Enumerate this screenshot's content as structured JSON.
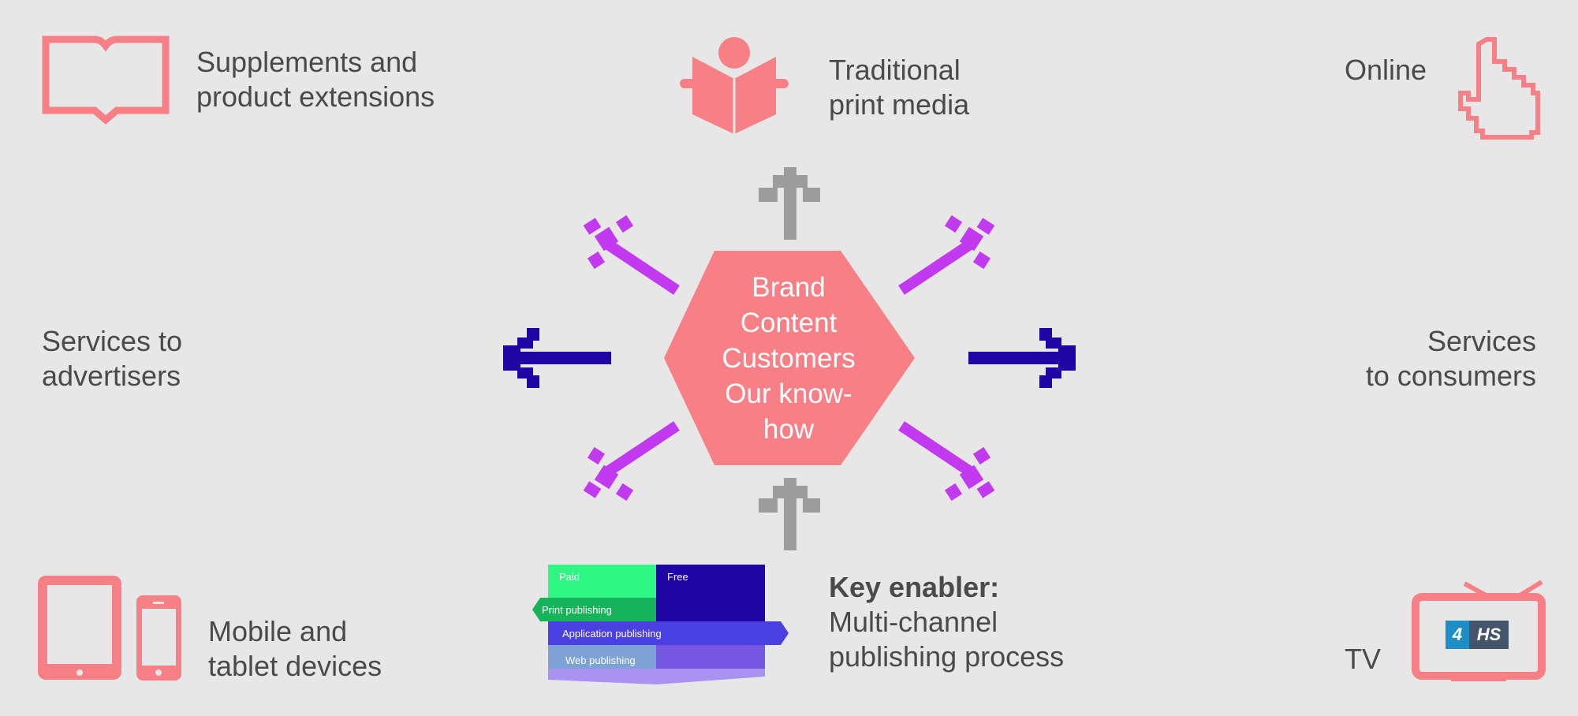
{
  "center": {
    "lines": [
      "Brand",
      "Content",
      "Customers",
      "Our know-",
      "how"
    ]
  },
  "labels": {
    "supplements": [
      "Supplements and",
      "product extensions"
    ],
    "traditional": [
      "Traditional",
      "print media"
    ],
    "online": "Online",
    "services_advertisers": [
      "Services to",
      "advertisers"
    ],
    "services_consumers": [
      "Services",
      "to consumers"
    ],
    "mobile": [
      "Mobile and",
      "tablet devices"
    ],
    "key_enabler": {
      "title": "Key enabler:",
      "lines": [
        "Multi-channel",
        "publishing process"
      ]
    },
    "tv": "TV"
  },
  "publishing_chart": {
    "columns": [
      "Paid",
      "Free"
    ],
    "rows": [
      "Print publishing",
      "Application publishing",
      "Web publishing"
    ]
  },
  "tv_logo": {
    "number": "4",
    "letters": "HS"
  },
  "colors": {
    "background": "#e8e7e7",
    "icon_coral": "#f77f86",
    "arrow_magenta": "#c23af0",
    "arrow_navy": "#1f05a3",
    "arrow_gray": "#9c9c9c",
    "paid_green": "#2ff582",
    "free_navy": "#1f05a3",
    "print_green": "#17b35a",
    "app_blue": "#4a3fe0",
    "web_blue": "#7ea2d6",
    "web_purple": "#7556e0",
    "base_lavender": "#a893f0"
  },
  "icons": [
    "book-icon",
    "reader-icon",
    "pointer-hand-icon",
    "tablet-icon",
    "phone-icon",
    "tv-icon"
  ]
}
